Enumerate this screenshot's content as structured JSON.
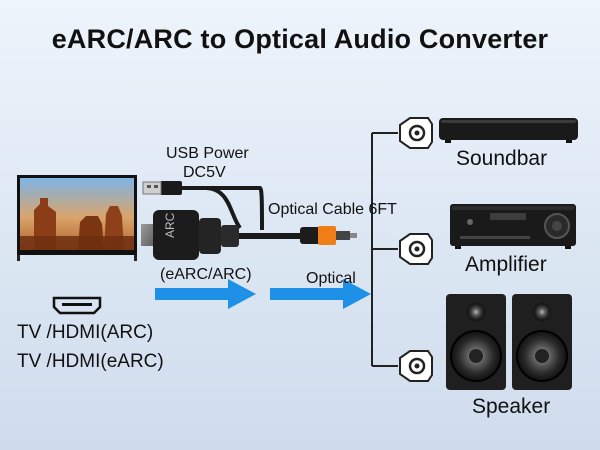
{
  "title": "eARC/ARC to Optical Audio Converter",
  "labels": {
    "usb_power": "USB Power",
    "dc5v": "DC5V",
    "optical_cable": "Optical Cable 6FT",
    "earc_arc": "(eARC/ARC)",
    "optical": "Optical",
    "tv_arc": "TV /HDMI(ARC)",
    "tv_earc": "TV /HDMI(eARC)",
    "adapter_logo": "ARC"
  },
  "devices": [
    {
      "name": "Soundbar"
    },
    {
      "name": "Amplifier"
    },
    {
      "name": "Speaker"
    }
  ],
  "colors": {
    "arrow": "#1e90e8",
    "connector_orange": "#f07d18",
    "cable": "#1a1a1a",
    "branch_line": "#222222"
  }
}
